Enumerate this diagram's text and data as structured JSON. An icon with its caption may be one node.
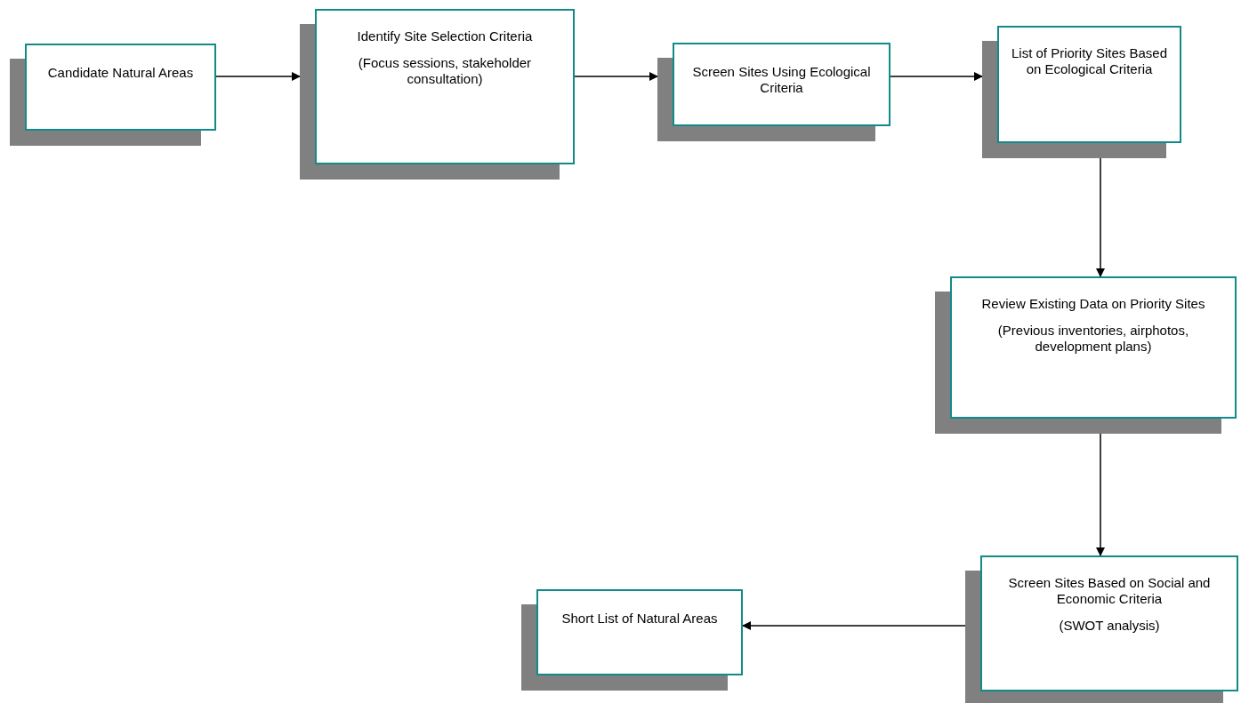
{
  "diagram": {
    "nodes": [
      {
        "text": [
          "Candidate Natural Areas"
        ]
      },
      {
        "text": [
          "Identify Site Selection Criteria",
          "(Focus sessions, stakeholder consultation)"
        ]
      },
      {
        "text": [
          "Screen Sites Using Ecological Criteria"
        ]
      },
      {
        "text": [
          "List of Priority Sites Based on Ecological Criteria"
        ]
      },
      {
        "text": [
          "Review Existing Data on Priority Sites",
          "(Previous inventories, airphotos, development plans)"
        ]
      },
      {
        "text": [
          "Screen Sites Based on Social and Economic Criteria",
          "(SWOT analysis)"
        ]
      },
      {
        "text": [
          "Short List of Natural Areas"
        ]
      }
    ],
    "edges": [
      {
        "from": 0,
        "to": 1,
        "arrow": "to"
      },
      {
        "from": 1,
        "to": 2,
        "arrow": "to"
      },
      {
        "from": 2,
        "to": 3,
        "arrow": "to"
      },
      {
        "from": 3,
        "to": 4,
        "arrow": "to"
      },
      {
        "from": 4,
        "to": 5,
        "arrow": "to"
      },
      {
        "from": 5,
        "to": 6,
        "arrow": "to"
      }
    ]
  }
}
